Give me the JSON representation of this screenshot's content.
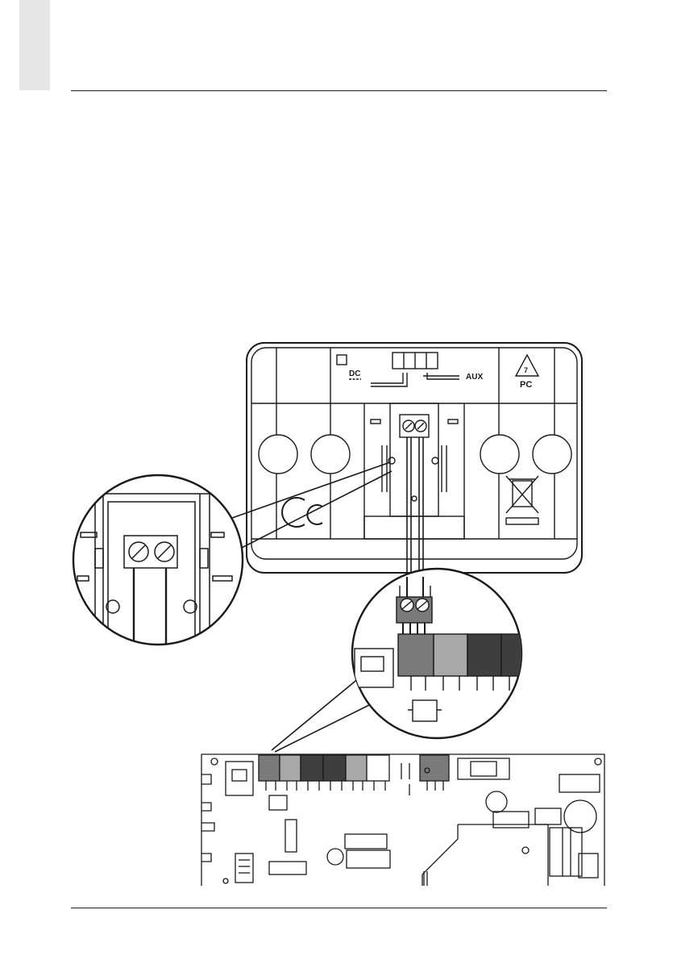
{
  "page": {
    "header_tab_color": "#e6e6e6"
  },
  "thermostat": {
    "label_dc": "DC",
    "label_aux": "AUX",
    "recycle_number": "7",
    "recycle_label": "PC"
  },
  "colors": {
    "line": "#1a1a1a",
    "block_grey_dark": "#7a7a7a",
    "block_grey_light": "#a8a8a8",
    "block_black": "#3e3e3e"
  }
}
